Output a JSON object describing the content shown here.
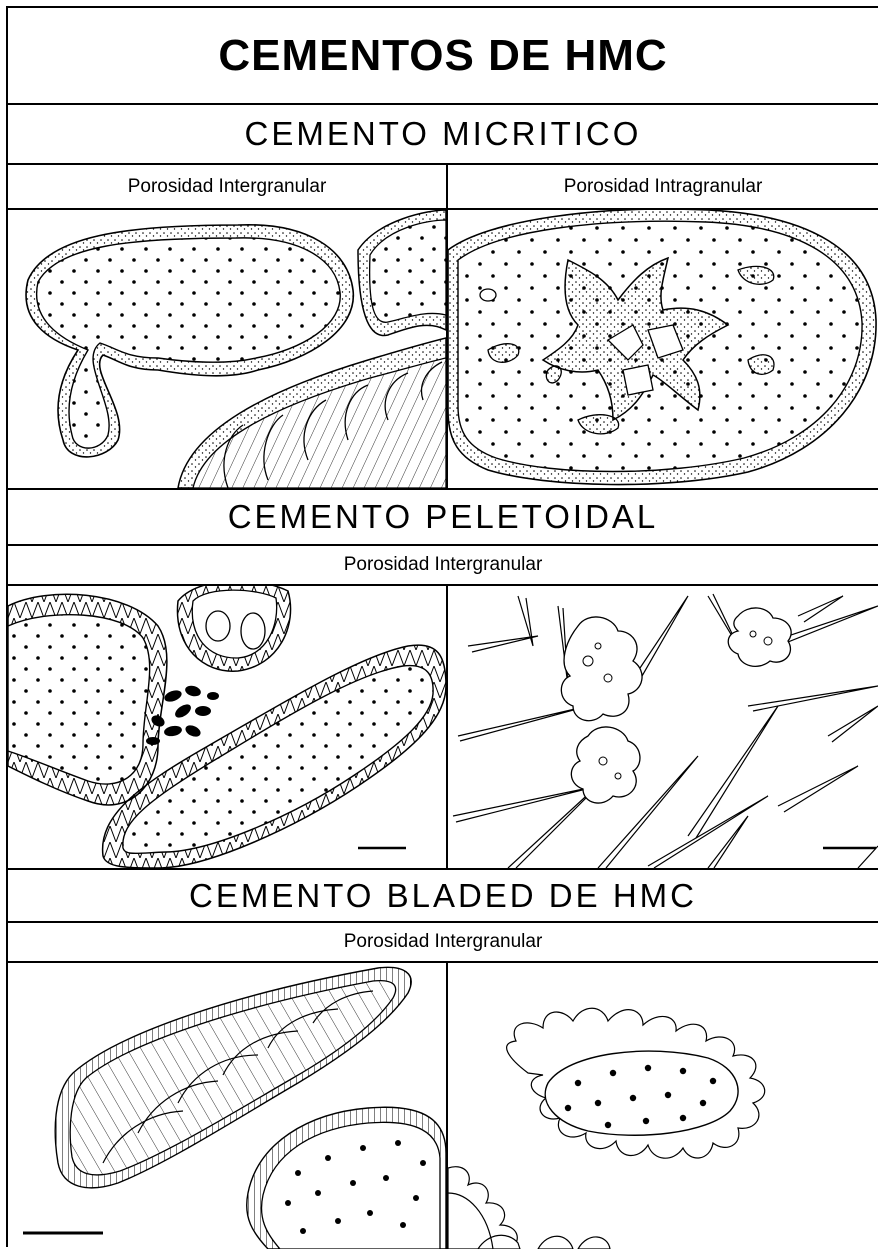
{
  "title": "CEMENTOS DE HMC",
  "sections": [
    {
      "heading": "CEMENTO MICRITICO",
      "subheadings": [
        "Porosidad Intergranular",
        "Porosidad Intragranular"
      ]
    },
    {
      "heading": "CEMENTO PELETOIDAL",
      "subheadings": [
        "Porosidad Intergranular"
      ]
    },
    {
      "heading": "CEMENTO BLADED DE HMC",
      "subheadings": [
        "Porosidad Intergranular"
      ]
    }
  ]
}
